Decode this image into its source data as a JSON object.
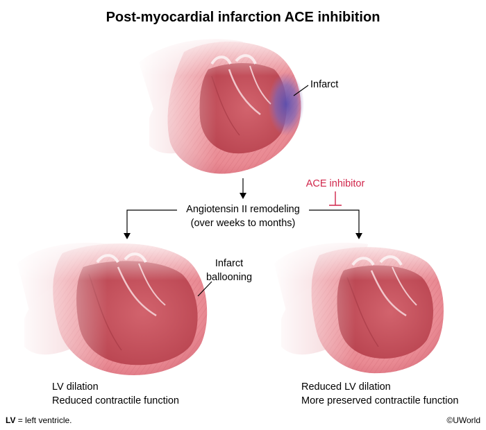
{
  "title": "Post-myocardial infarction ACE inhibition",
  "labels": {
    "infarct": "Infarct",
    "remodeling_line1": "Angiotensin II remodeling",
    "remodeling_line2": "(over weeks to months)",
    "ace_inhibitor": "ACE inhibitor",
    "ballooning_line1": "Infarct",
    "ballooning_line2": "ballooning",
    "left_outcome_line1": "LV dilation",
    "left_outcome_line2": "Reduced contractile function",
    "right_outcome_line1": "Reduced LV dilation",
    "right_outcome_line2": "More preserved contractile function"
  },
  "footnote": {
    "abbr": "LV",
    "definition": " = left ventricle."
  },
  "copyright": "©UWorld",
  "colors": {
    "inhibitor": "#d0254a",
    "infarct": "#6a5cb0",
    "myocardium": "#e88890",
    "cavity": "#c95560"
  }
}
